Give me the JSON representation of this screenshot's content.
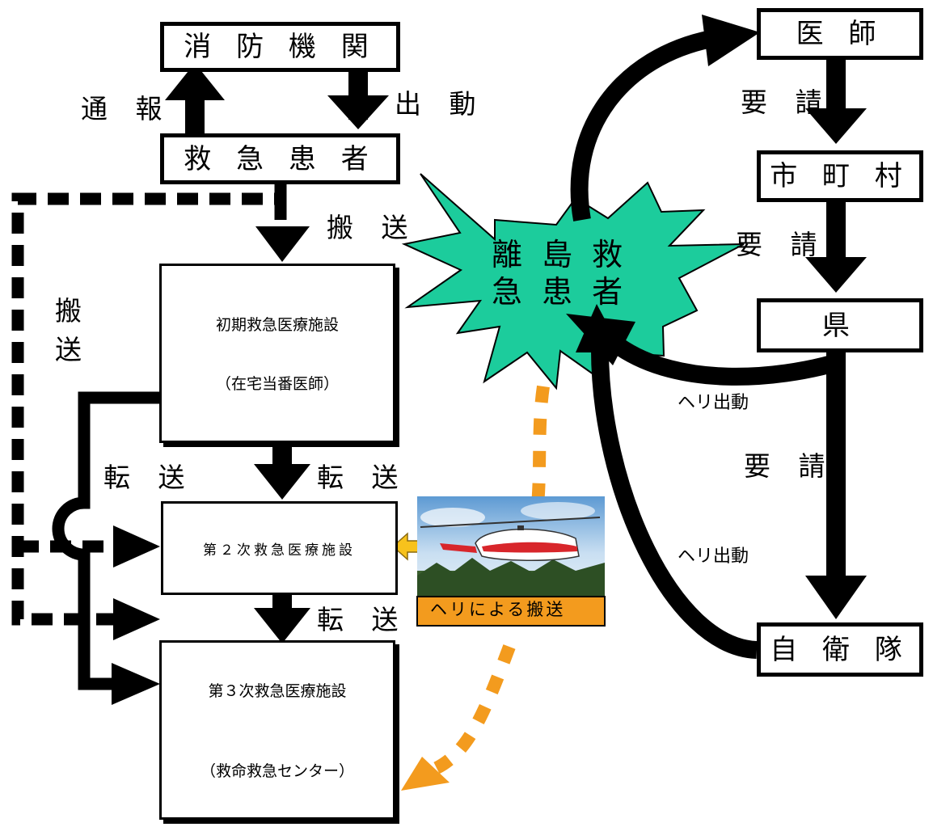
{
  "nodes": {
    "fire_dept": "消 防 機 関",
    "patient": "救 急 患 者",
    "primary": {
      "line1": "初期救急医療施設",
      "line2": "（在宅当番医師）"
    },
    "secondary": "第２次救急医療施設",
    "tertiary": {
      "line1": "第３次救急医療施設",
      "line2": "（救命救急センター）"
    },
    "doctor": "医 師",
    "municipality": "市 町 村",
    "prefecture": "県",
    "sdf": "自 衛 隊",
    "island_patient": {
      "line1": "離 島 救",
      "line2": "急 患 者"
    }
  },
  "labels": {
    "report": "通 報",
    "dispatch": "出 動",
    "transport_top": "搬 送",
    "transport_left_1": "搬",
    "transport_left_2": "送",
    "transfer_left": "転 送",
    "transfer_mid": "転 送",
    "transfer_low": "転 送",
    "request_1": "要 請",
    "request_2": "要 請",
    "request_3": "要 請",
    "heli_dispatch_1": "ヘリ出動",
    "heli_dispatch_2": "ヘリ出動",
    "heli_transport": "ヘリによる搬送"
  },
  "colors": {
    "burst": "#1ccc9c",
    "heli_path": "#f39b1e",
    "heli_label_bg": "#f39b1e",
    "small_arrow": "#f7c21c"
  }
}
